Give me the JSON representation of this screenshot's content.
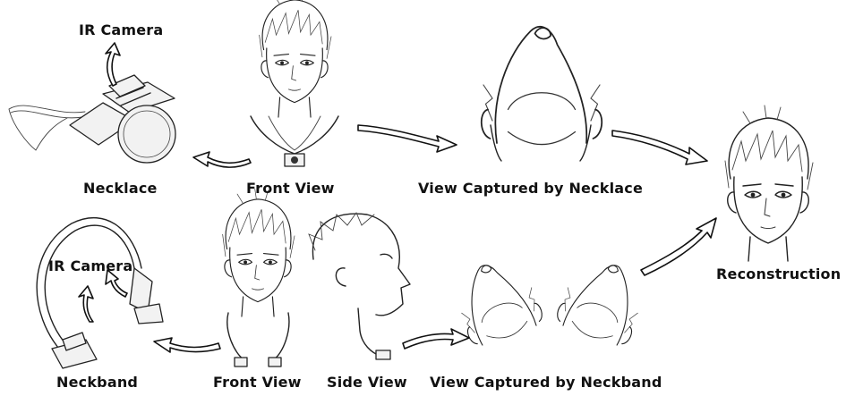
{
  "labels": {
    "ir_camera_top": "IR Camera",
    "necklace": "Necklace",
    "front_view_top": "Front View",
    "view_necklace": "View Captured by Necklace",
    "reconstruction": "Reconstruction",
    "ir_camera_bottom": "IR Camera",
    "neckband": "Neckband",
    "front_view_bottom": "Front View",
    "side_view": "Side View",
    "view_neckband": "View Captured by Neckband"
  }
}
